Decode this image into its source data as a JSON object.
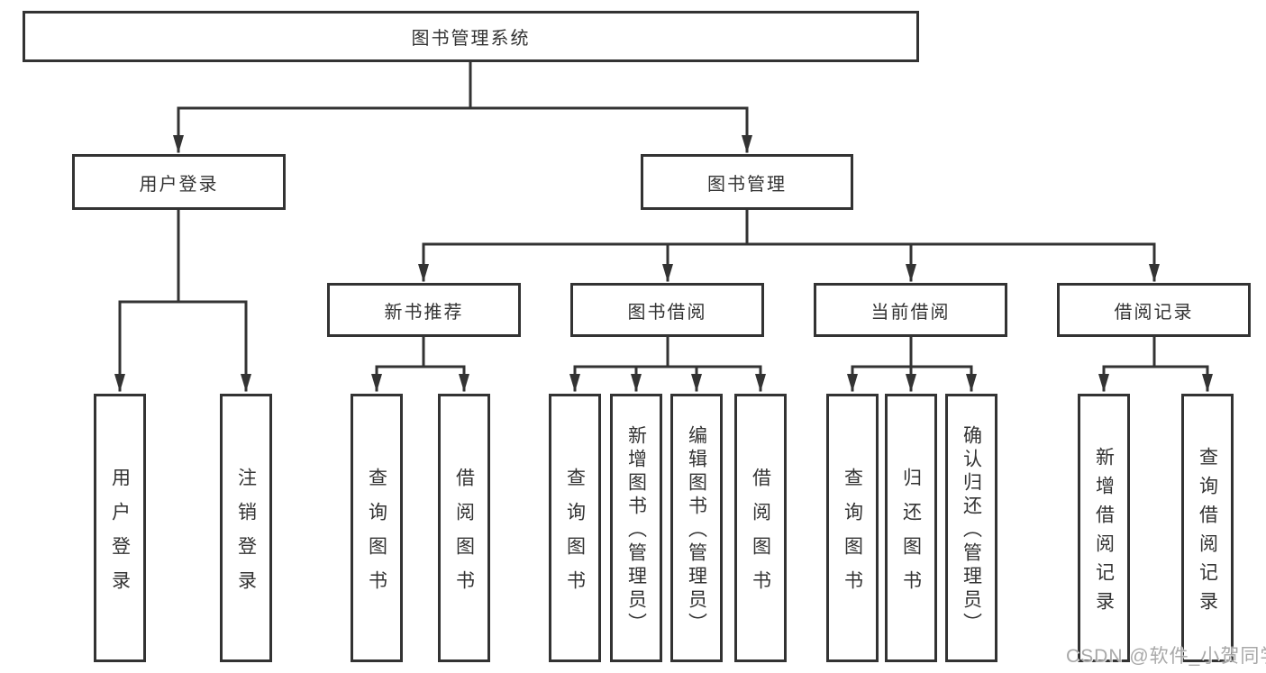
{
  "diagram": {
    "root": "图书管理系统",
    "user": {
      "label": "用户登录",
      "children": [
        "用户登录",
        "注销登录"
      ]
    },
    "books": {
      "label": "图书管理",
      "children": [
        {
          "label": "新书推荐",
          "children": [
            "查询图书",
            "借阅图书"
          ]
        },
        {
          "label": "图书借阅",
          "children": [
            "查询图书",
            "新增图书（管理员）",
            "编辑图书（管理员）",
            "借阅图书"
          ]
        },
        {
          "label": "当前借阅",
          "children": [
            "查询图书",
            "归还图书",
            "确认归还（管理员）"
          ]
        },
        {
          "label": "借阅记录",
          "children": [
            "新增借阅记录",
            "查询借阅记录"
          ]
        }
      ]
    }
  },
  "watermark": {
    "text": "CSDN @软件_小贺同学",
    "color": "#a8a8a8"
  },
  "colors": {
    "line": "#333333",
    "box_border": "#333333",
    "text": "#333333",
    "background": "#ffffff"
  }
}
